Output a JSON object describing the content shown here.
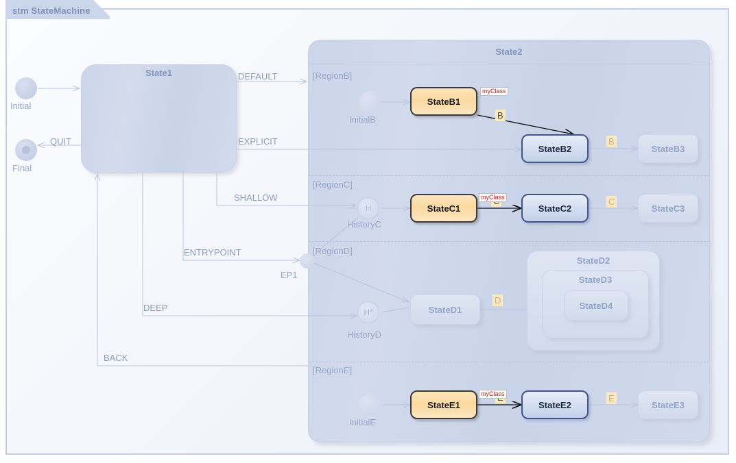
{
  "frame": {
    "title": "stm StateMachine"
  },
  "state1": {
    "label": "State1"
  },
  "state2": {
    "label": "State2"
  },
  "regions": [
    {
      "label": "[RegionB]"
    },
    {
      "label": "[RegionC]"
    },
    {
      "label": "[RegionD]"
    },
    {
      "label": "[RegionE]"
    }
  ],
  "pseudostates": {
    "initial": "Initial",
    "final": "Final",
    "initialB": "InitialB",
    "historyC": "HistoryC",
    "historyC_glyph": "H",
    "historyD": "HistoryD",
    "historyD_glyph": "H*",
    "initialE": "InitialE",
    "entrypoint": "EP1"
  },
  "states": {
    "B1": "StateB1",
    "B2": "StateB2",
    "B3": "StateB3",
    "C1": "StateC1",
    "C2": "StateC2",
    "C3": "StateC3",
    "D1": "StateD1",
    "D2": "StateD2",
    "D3": "StateD3",
    "D4": "StateD4",
    "E1": "StateE1",
    "E2": "StateE2",
    "E3": "StateE3"
  },
  "transitions": {
    "default": "DEFAULT",
    "explicit": "EXPLICIT",
    "shallow": "SHALLOW",
    "entrypoint": "ENTRYPOINT",
    "deep": "DEEP",
    "back": "BACK",
    "quit": "QUIT",
    "evt_B_active": "B",
    "evt_B_dim": "B",
    "evt_C_active": "C",
    "evt_C_dim": "C",
    "evt_D_dim": "D",
    "evt_E_active": "E",
    "evt_E_dim": "E"
  },
  "stereotypes": {
    "myclass_b": "myClass",
    "myclass_c": "myClass",
    "myclass_e": "myClass"
  },
  "colors": {
    "frame_border": "#c3cee8",
    "tab_fill": "#ccd6ea",
    "composite_fill": "#ccd5e9",
    "highlight_orange": "#fbd9a0",
    "highlight_orange_border": "#3a3a38",
    "highlight_blue": "#d2ddf0",
    "highlight_blue_border": "#41548e",
    "dim_text": "#93a4ca",
    "event_chip": "#fde8c0",
    "stereotype_text": "#d01414",
    "active_wire": "#111111",
    "dim_wire": "#b9c5e0"
  }
}
